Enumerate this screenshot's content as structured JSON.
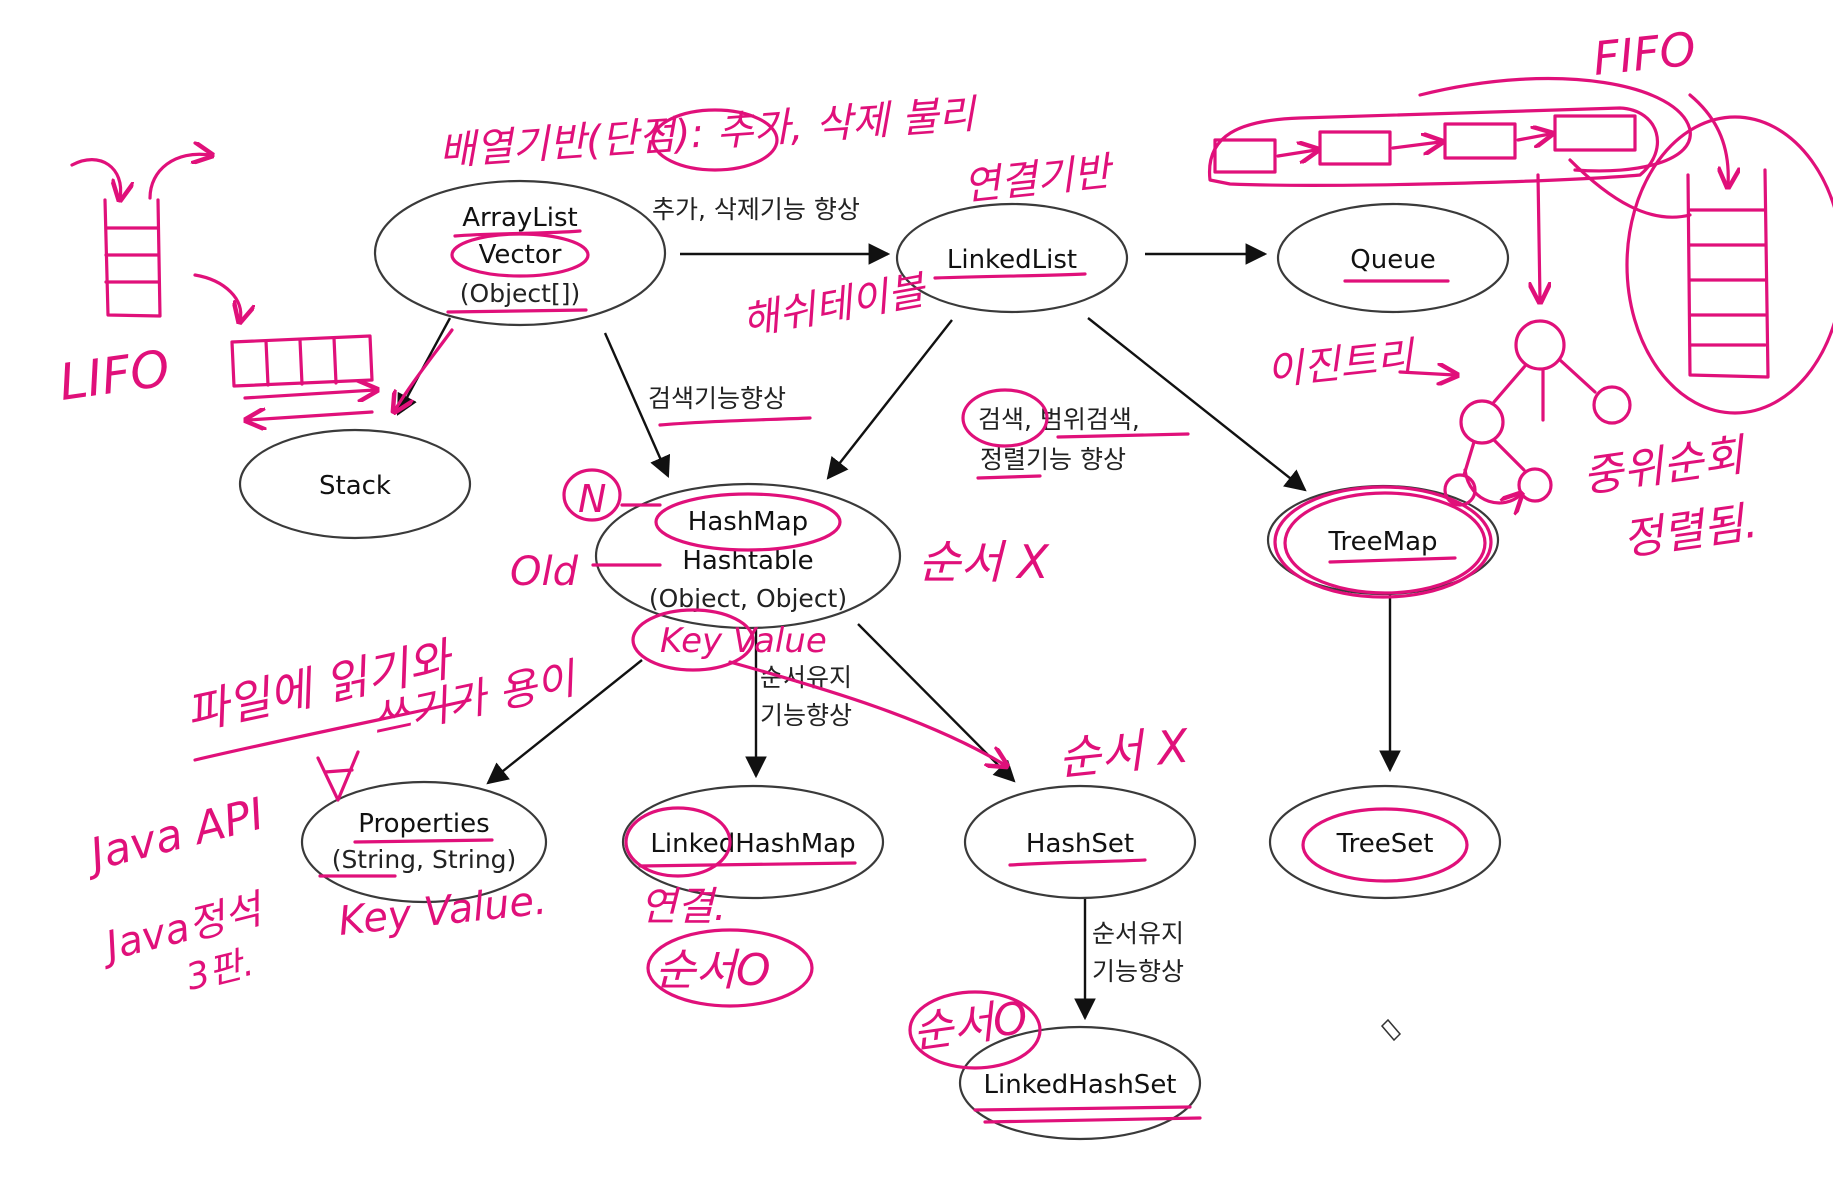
{
  "colors": {
    "ink": "#e0107a",
    "node_stroke": "#3a3a3a",
    "edge": "#111111"
  },
  "nodes": {
    "arraylist": {
      "line1": "ArrayList",
      "line2": "Vector",
      "line3": "(Object[])"
    },
    "linkedlist": {
      "label": "LinkedList"
    },
    "queue": {
      "label": "Queue"
    },
    "stack": {
      "label": "Stack"
    },
    "hashmap": {
      "line1": "HashMap",
      "line2": "Hashtable",
      "line3": "(Object, Object)"
    },
    "treemap": {
      "label": "TreeMap"
    },
    "properties": {
      "line1": "Properties",
      "line2": "(String, String)"
    },
    "linkedhashmap": {
      "label": "LinkedHashMap"
    },
    "hashset": {
      "label": "HashSet"
    },
    "treeset": {
      "label": "TreeSet"
    },
    "linkedhashset": {
      "label": "LinkedHashSet"
    }
  },
  "edge_labels": {
    "arraylist_to_linkedlist": "추가, 삭제기능 향상",
    "arraylist_to_hashmap": "검색기능향상",
    "linkedlist_to_treemap_line1": "검색, 범위검색,",
    "linkedlist_to_treemap_line2": "정렬기능 향상",
    "hashmap_to_linkedhashmap_line1": "순서유지",
    "hashmap_to_linkedhashmap_line2": "기능향상",
    "hashset_to_linkedhashset_line1": "순서유지",
    "hashset_to_linkedhashset_line2": "기능향상"
  },
  "annotations": {
    "array_based": "배열기반(단점): 추가, 삭제 불리",
    "linked_based": "연결기반",
    "fifo": "FIFO",
    "lifo": "LIFO",
    "hash_table": "해쉬테이블",
    "binary_tree": "이진트리",
    "inorder_1": "중위순회",
    "inorder_2": "정렬됨.",
    "new_mark": "N",
    "old_mark": "Old",
    "key_value": "Key Value",
    "order_x_hashmap": "순서 X",
    "order_x_hashset": "순서 X",
    "file_rw_1": "파일에 읽기와",
    "file_rw_2": "쓰기가 용이",
    "java_api": "Java API",
    "java_book_1": "Java정석",
    "java_book_2": "3판.",
    "key_value_props": "Key Value.",
    "linked_note": "연결.",
    "order_o_lhm": "순서O",
    "order_o_lhs": "순서O"
  }
}
